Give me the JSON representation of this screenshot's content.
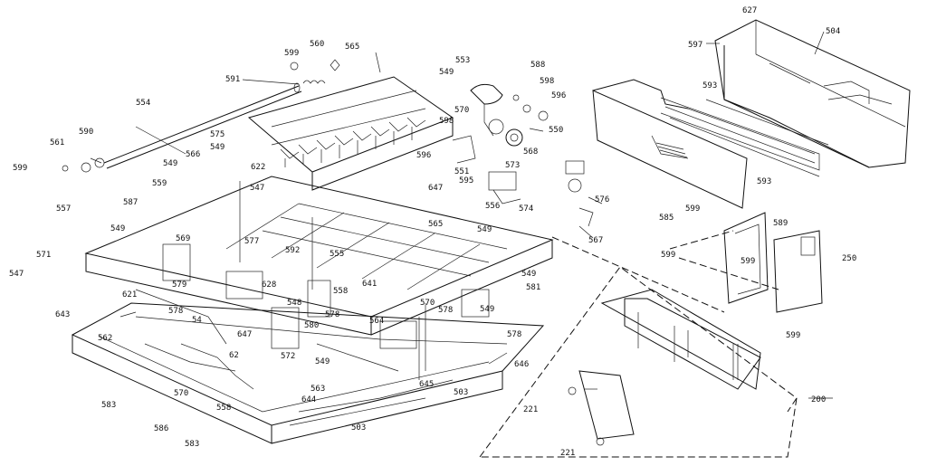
{
  "labels": {
    "p627": "627",
    "p597": "597",
    "p504": "504",
    "p599a": "599",
    "p560": "560",
    "p565": "565",
    "p591": "591",
    "p549a": "549",
    "p553": "553",
    "p588": "588",
    "p598a": "598",
    "p596a": "596",
    "p554": "554",
    "p593a": "593",
    "p570a": "570",
    "p598b": "598",
    "p550": "550",
    "p590": "590",
    "p561": "561",
    "p599b": "599",
    "p575": "575",
    "p549b": "549",
    "p568": "568",
    "p566": "566",
    "p596b": "596",
    "p551": "551",
    "p573": "573",
    "p549c": "549",
    "p622": "622",
    "p595": "595",
    "p593b": "593",
    "p559": "559",
    "p547a": "547",
    "p647": "647",
    "p556": "556",
    "p574": "574",
    "p576": "576",
    "p587": "587",
    "p557": "557",
    "p549d": "549",
    "p585": "585",
    "p599c": "599",
    "p589": "589",
    "p565b": "565",
    "p549e": "549",
    "p567": "567",
    "p569": "569",
    "p577": "577",
    "p592": "592",
    "p555": "555",
    "p599d": "599",
    "p571": "571",
    "p599e": "599",
    "p250": "250",
    "p547b": "547",
    "p579": "579",
    "p628": "628",
    "p549f": "549",
    "p581": "581",
    "p621": "621",
    "p548": "548",
    "p558a": "558",
    "p641": "641",
    "p570b": "570",
    "p643": "643",
    "p578a": "578",
    "p549g": "549",
    "p599f": "599",
    "p54": "54",
    "p580": "580",
    "p564": "564",
    "p578b": "578",
    "p578c": "578",
    "p562": "562",
    "p647b": "647",
    "p572": "572",
    "p578d": "578",
    "p549h": "549",
    "p62": "62",
    "p646": "646",
    "p570c": "570",
    "p563": "563",
    "p583a": "583",
    "p558b": "558",
    "p644": "644",
    "p645": "645",
    "p503a": "503",
    "p221a": "221",
    "p200": "200",
    "p586": "586",
    "p503b": "503",
    "p583b": "583",
    "p221b": "221"
  }
}
